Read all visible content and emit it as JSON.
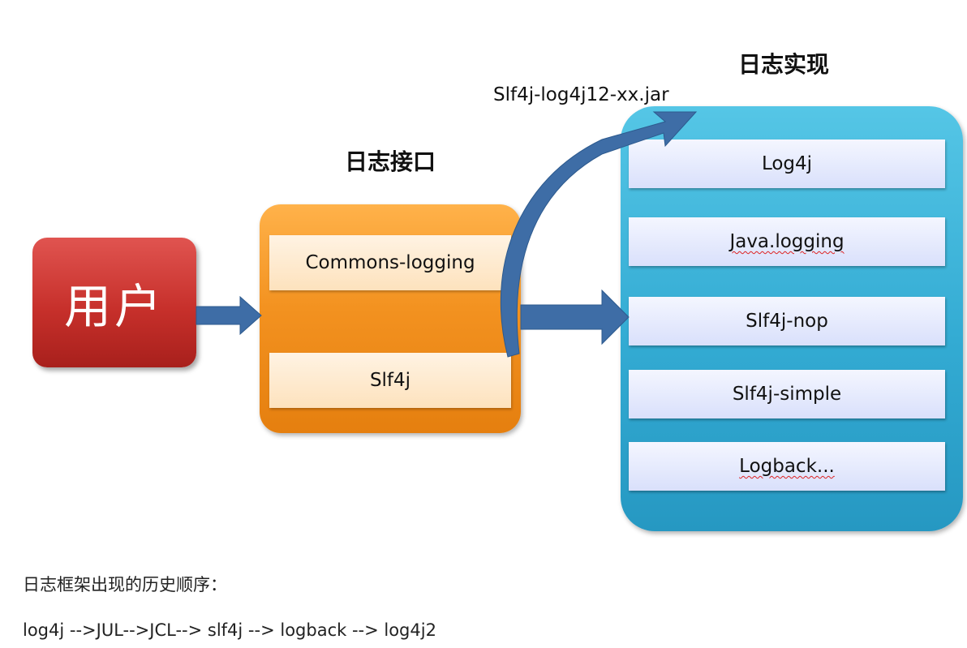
{
  "headings": {
    "interface": "日志接口",
    "implementation": "日志实现"
  },
  "user_box": {
    "label": "用户"
  },
  "interface_items": [
    {
      "label": "Commons-logging"
    },
    {
      "label": "Slf4j"
    }
  ],
  "jar_label": "Slf4j-log4j12-xx.jar",
  "implementation_items": [
    {
      "label": "Log4j"
    },
    {
      "label": "Java.logging"
    },
    {
      "label": "Slf4j-nop"
    },
    {
      "label": "Slf4j-simple"
    },
    {
      "label": "Logback..."
    }
  ],
  "text": {
    "history_title": "日志框架出现的历史顺序：",
    "history_sequence": "log4j -->JUL-->JCL--> slf4j --> logback --> log4j2"
  },
  "colors": {
    "user": "#c7302b",
    "interface_panel": "#f39220",
    "implementation_panel": "#33abd3",
    "arrow": "#3e6da6"
  }
}
